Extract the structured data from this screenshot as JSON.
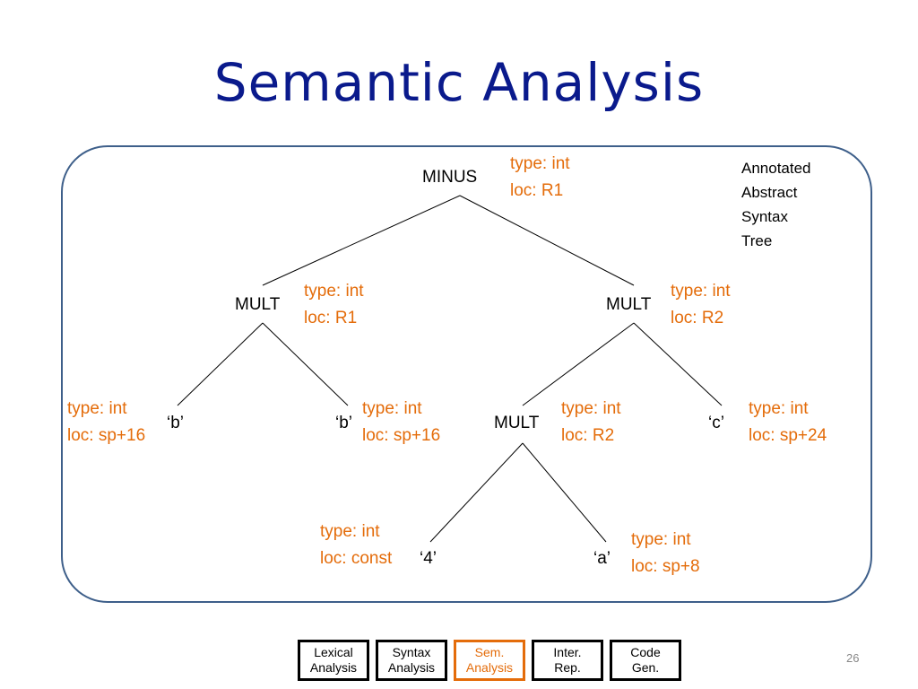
{
  "title": "Semantic Analysis",
  "legend": [
    "Annotated",
    "Abstract",
    "Syntax",
    "Tree"
  ],
  "nodes": {
    "minus": "MINUS",
    "mult_left": "MULT",
    "mult_right": "MULT",
    "b_left": "‘b’",
    "b_right": "‘b’",
    "mult_inner": "MULT",
    "c": "‘c’",
    "four": "‘4’",
    "a": "‘a’"
  },
  "annotations": {
    "minus": {
      "type": "type: int",
      "loc": "loc: R1"
    },
    "mult_left": {
      "type": "type: int",
      "loc": "loc: R1"
    },
    "mult_right": {
      "type": "type: int",
      "loc": "loc: R2"
    },
    "b_left": {
      "type": "type: int",
      "loc": "loc: sp+16"
    },
    "b_right": {
      "type": "type: int",
      "loc": "loc: sp+16"
    },
    "mult_inner": {
      "type": "type: int",
      "loc": "loc: R2"
    },
    "c": {
      "type": "type: int",
      "loc": "loc: sp+24"
    },
    "four": {
      "type": "type: int",
      "loc": "loc: const"
    },
    "a": {
      "type": "type: int",
      "loc": "loc: sp+8"
    }
  },
  "nav": [
    {
      "line1": "Lexical",
      "line2": "Analysis"
    },
    {
      "line1": "Syntax",
      "line2": "Analysis"
    },
    {
      "line1": "Sem.",
      "line2": "Analysis"
    },
    {
      "line1": "Inter.",
      "line2": "Rep."
    },
    {
      "line1": "Code",
      "line2": "Gen."
    }
  ],
  "active_nav": "Sem. Analysis",
  "page_number": "26",
  "colors": {
    "title": "#0a1a8c",
    "annotation": "#e46c0a",
    "frame": "#3e5f8a"
  }
}
